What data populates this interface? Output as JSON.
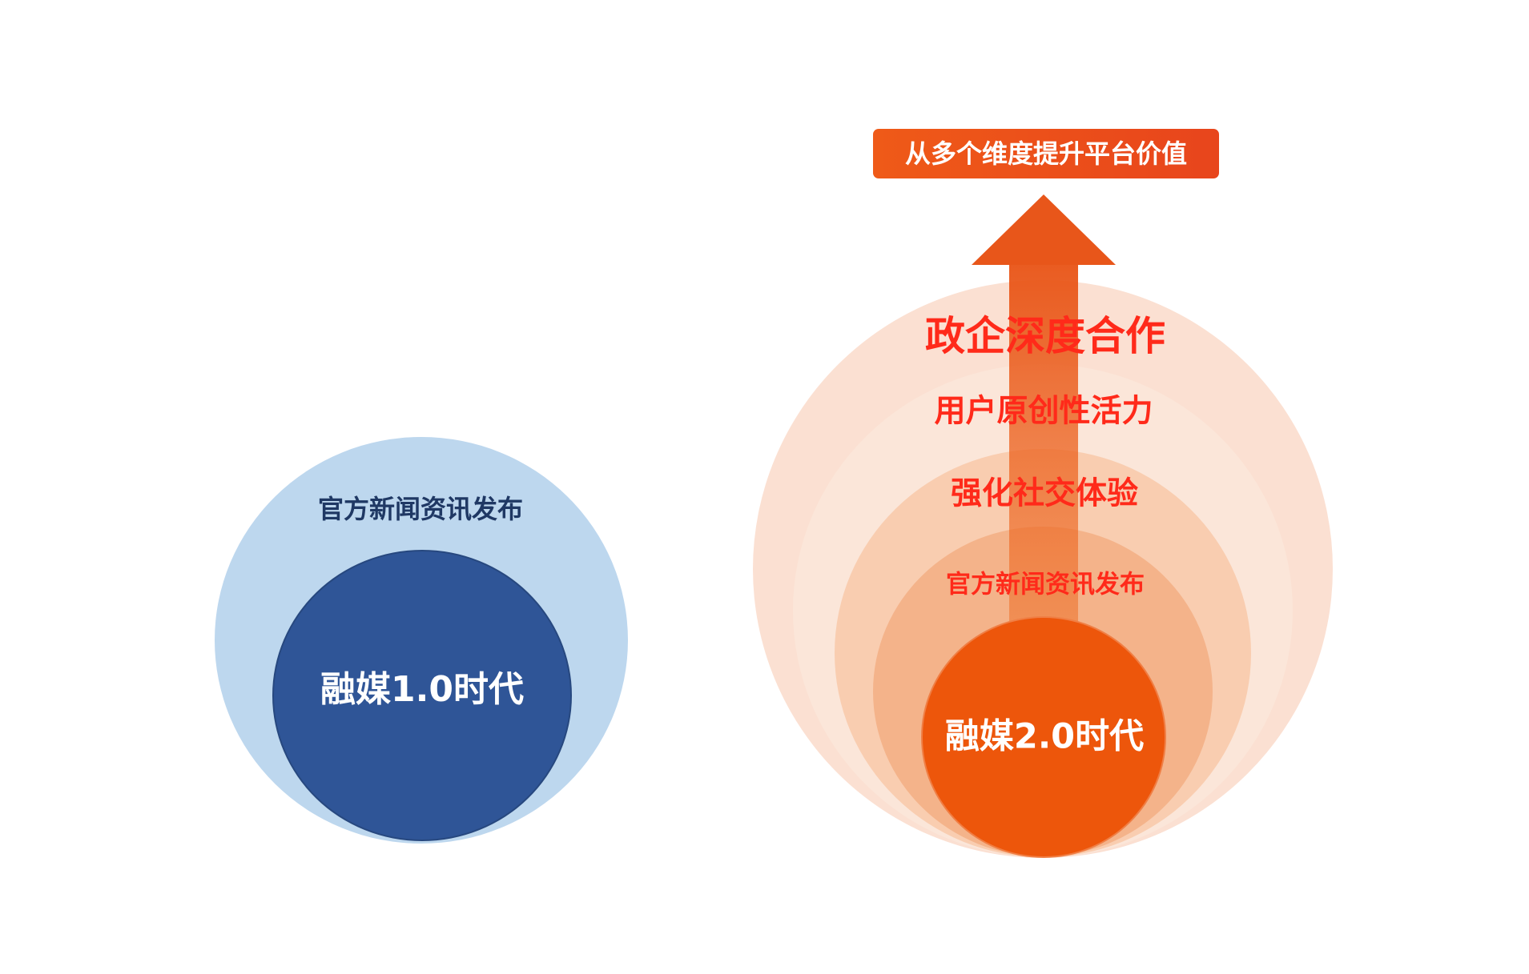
{
  "era1": {
    "outer_label": "官方新闻资讯发布",
    "inner_label": "融媒1.0时代",
    "outer_color": "#bdd7ee",
    "inner_color": "#2f5597",
    "outer_text_color": "#1f3864",
    "inner_text_color": "#ffffff"
  },
  "era2": {
    "layer1_label": "政企深度合作",
    "layer2_label": "用户原创性活力",
    "layer3_label": "强化社交体验",
    "layer4_label": "官方新闻资讯发布",
    "core_label": "融媒2.0时代",
    "text_color": "#ff2a1a",
    "core_color": "#ed560b",
    "core_text_color": "#ffffff"
  },
  "arrow": {
    "banner_label": "从多个维度提升平台价值",
    "banner_text_color": "#ffffff",
    "arrow_color": "#e8561a"
  }
}
